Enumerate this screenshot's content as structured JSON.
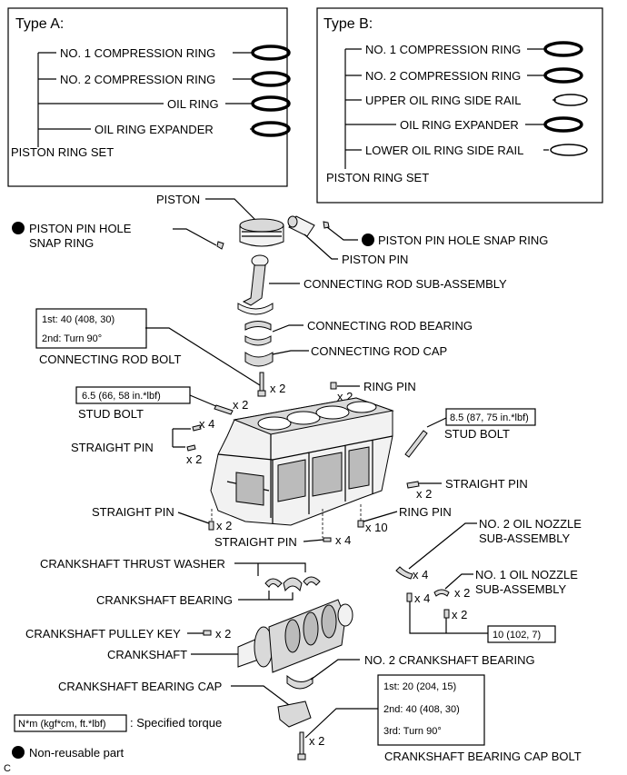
{
  "type_a": {
    "title": "Type A:",
    "items": [
      "NO. 1 COMPRESSION RING",
      "NO. 2 COMPRESSION RING",
      "OIL RING",
      "OIL RING EXPANDER"
    ],
    "set_label": "PISTON RING SET"
  },
  "type_b": {
    "title": "Type B:",
    "items": [
      "NO. 1 COMPRESSION RING",
      "NO. 2 COMPRESSION RING",
      "UPPER OIL RING SIDE RAIL",
      "OIL RING EXPANDER",
      "LOWER OIL RING SIDE RAIL"
    ],
    "set_label": "PISTON RING SET"
  },
  "labels": {
    "piston": "PISTON",
    "snap_ring_left_1": "PISTON PIN HOLE",
    "snap_ring_left_2": "SNAP RING",
    "snap_ring_right": "PISTON PIN HOLE SNAP RING",
    "piston_pin": "PISTON PIN",
    "conrod": "CONNECTING ROD SUB-ASSEMBLY",
    "conrod_bearing": "CONNECTING ROD BEARING",
    "conrod_cap": "CONNECTING ROD CAP",
    "conrod_bolt": "CONNECTING ROD BOLT",
    "stud_bolt_left": "STUD BOLT",
    "stud_bolt_right": "STUD BOLT",
    "ring_pin_top": "RING PIN",
    "straight_pin_left": "STRAIGHT PIN",
    "straight_pin_right": "STRAIGHT PIN",
    "straight_pin_low_left": "STRAIGHT PIN",
    "straight_pin_bottom": "STRAIGHT PIN",
    "ring_pin_bottom": "RING PIN",
    "oil_nozzle_2_1": "NO. 2 OIL NOZZLE",
    "oil_nozzle_2_2": "SUB-ASSEMBLY",
    "oil_nozzle_1_1": "NO. 1 OIL NOZZLE",
    "oil_nozzle_1_2": "SUB-ASSEMBLY",
    "thrust_washer": "CRANKSHAFT THRUST WASHER",
    "crank_bearing": "CRANKSHAFT BEARING",
    "pulley_key": "CRANKSHAFT PULLEY KEY",
    "crankshaft": "CRANKSHAFT",
    "no2_crank_bearing": "NO. 2 CRANKSHAFT BEARING",
    "bearing_cap": "CRANKSHAFT BEARING CAP",
    "bearing_cap_bolt": "CRANKSHAFT BEARING CAP BOLT"
  },
  "quantities": {
    "conrod_bolt": "x 2",
    "stud_bolt_left": "x 2",
    "ring_pin_top": "x 2",
    "straight_pin_x4": "x 4",
    "straight_pin_x2": "x 2",
    "straight_pin_right": "x 2",
    "straight_pin_low_left": "x 2",
    "straight_pin_bottom": "x 4",
    "ring_pin_bottom": "x 10",
    "oil_nozzle_2a": "x 4",
    "oil_nozzle_2b": "x 4",
    "oil_nozzle_1": "x 2",
    "oil_nozzle_bolt": "x 2",
    "pulley_key": "x 2",
    "bearing_cap_bolt": "x 2"
  },
  "torques": {
    "conrod_bolt_1": "1st: 40 (408, 30)",
    "conrod_bolt_2": "2nd: Turn 90°",
    "stud_left": "6.5 (66, 58 in.*lbf)",
    "stud_right": "8.5 (87, 75 in.*lbf)",
    "oil_nozzle": "10 (102, 7)",
    "cap_bolt_1": "1st: 20 (204, 15)",
    "cap_bolt_2": "2nd: 40 (408, 30)",
    "cap_bolt_3": "3rd: Turn 90°"
  },
  "legend": {
    "torque_box": "N*m (kgf*cm, ft.*lbf)",
    "torque_desc": ": Specified torque",
    "non_reusable": "Non-reusable part"
  },
  "figure_code": "C"
}
